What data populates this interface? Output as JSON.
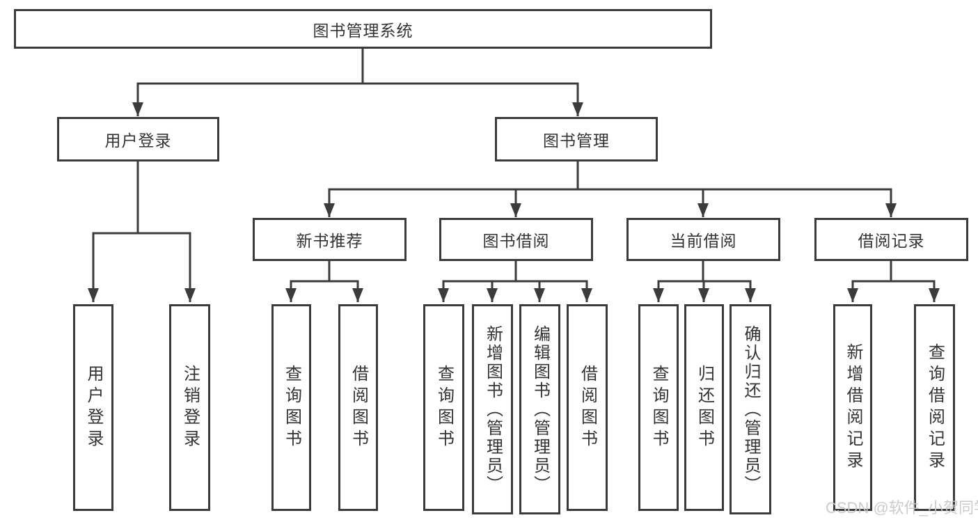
{
  "diagram": {
    "type": "tree",
    "root": {
      "label": "图书管理系统"
    },
    "level2": [
      {
        "label": "用户登录",
        "parent": "图书管理系统"
      },
      {
        "label": "图书管理",
        "parent": "图书管理系统"
      }
    ],
    "level3": [
      {
        "label": "新书推荐",
        "parent": "图书管理"
      },
      {
        "label": "图书借阅",
        "parent": "图书管理"
      },
      {
        "label": "当前借阅",
        "parent": "图书管理"
      },
      {
        "label": "借阅记录",
        "parent": "图书管理"
      }
    ],
    "level4": [
      {
        "label": "用户登录",
        "parent": "用户登录"
      },
      {
        "label": "注销登录",
        "parent": "用户登录"
      },
      {
        "label": "查询图书",
        "parent": "新书推荐"
      },
      {
        "label": "借阅图书",
        "parent": "新书推荐"
      },
      {
        "label": "查询图书",
        "parent": "图书借阅"
      },
      {
        "label": "新增图书（管理员）",
        "parent": "图书借阅"
      },
      {
        "label": "编辑图书（管理员）",
        "parent": "图书借阅"
      },
      {
        "label": "借阅图书",
        "parent": "图书借阅"
      },
      {
        "label": "查询图书",
        "parent": "当前借阅"
      },
      {
        "label": "归还图书",
        "parent": "当前借阅"
      },
      {
        "label": "确认归还（管理员）",
        "parent": "当前借阅"
      },
      {
        "label": "新增借阅记录",
        "parent": "借阅记录"
      },
      {
        "label": "查询借阅记录",
        "parent": "借阅记录"
      }
    ],
    "colors": {
      "line": "#3b3b3b",
      "box_border": "#3b3b3b",
      "text": "#333333",
      "background": "#ffffff"
    }
  },
  "watermark": {
    "text": "CSDN @软件_小贺同学",
    "color": "#c9c9c9"
  }
}
